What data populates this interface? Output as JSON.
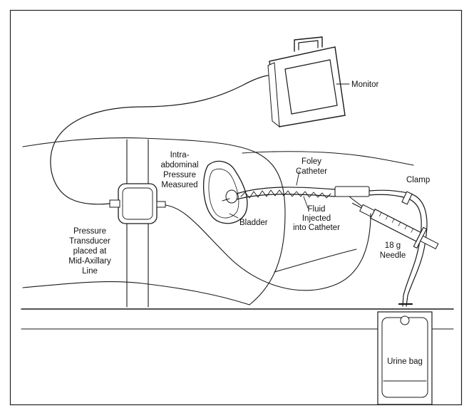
{
  "diagram": {
    "labels": {
      "monitor": "Monitor",
      "intra_abdominal": [
        "Intra-",
        "abdominal",
        "Pressure",
        "Measured"
      ],
      "foley_catheter": [
        "Foley",
        "Catheter"
      ],
      "clamp": "Clamp",
      "fluid_injected": [
        "Fluid",
        "Injected",
        "into Catheter"
      ],
      "bladder": "Bladder",
      "pressure_transducer": [
        "Pressure",
        "Transducer",
        "placed at",
        "Mid-Axillary",
        "Line"
      ],
      "needle": [
        "18 g",
        "Needle"
      ],
      "urine_bag": "Urine bag"
    }
  }
}
